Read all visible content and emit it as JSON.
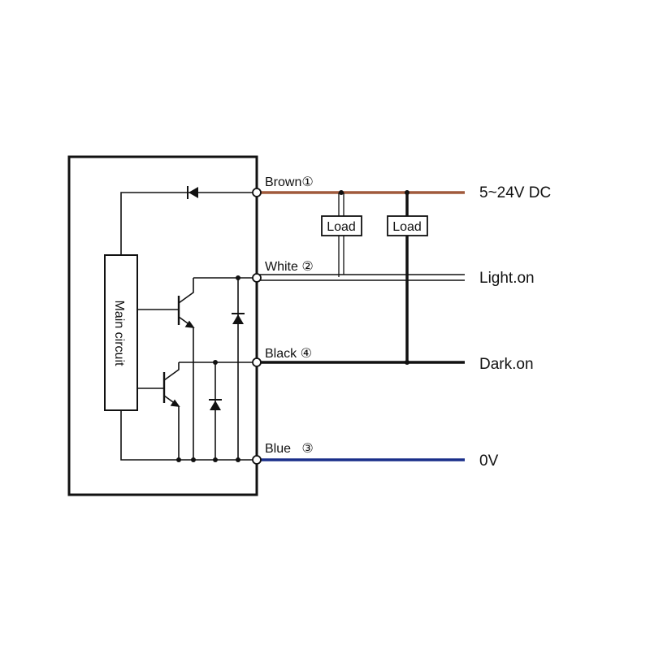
{
  "colors": {
    "brown": "#a05a3c",
    "blue": "#1a2f8a",
    "line": "#111111"
  },
  "main_circuit": {
    "label": "Main circuit"
  },
  "wires": {
    "brown": {
      "label": "Brown①",
      "output": "5~24V DC"
    },
    "white": {
      "label": "White ②",
      "output": "Light.on"
    },
    "black": {
      "label": "Black ④",
      "output": "Dark.on"
    },
    "blue": {
      "label": "Blue   ③",
      "output": "0V"
    }
  },
  "loads": [
    {
      "label": "Load"
    },
    {
      "label": "Load"
    }
  ]
}
